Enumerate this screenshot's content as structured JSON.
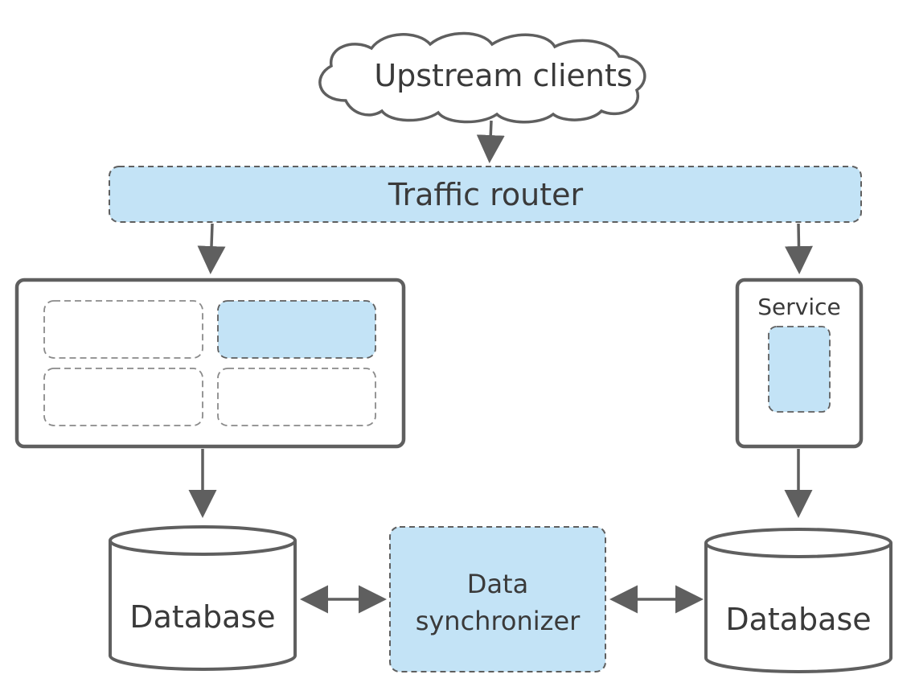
{
  "nodes": {
    "upstream_clients": {
      "label": "Upstream clients"
    },
    "traffic_router": {
      "label": "Traffic router"
    },
    "service": {
      "label": "Service"
    },
    "database_left": {
      "label": "Database"
    },
    "database_right": {
      "label": "Database"
    },
    "data_synchronizer": {
      "label_line1": "Data",
      "label_line2": "synchronizer"
    }
  },
  "colors": {
    "stroke": "#5f5f5f",
    "fill_highlight": "#c3e3f6",
    "fill_plain": "#ffffff",
    "text": "#3a3a3a"
  }
}
